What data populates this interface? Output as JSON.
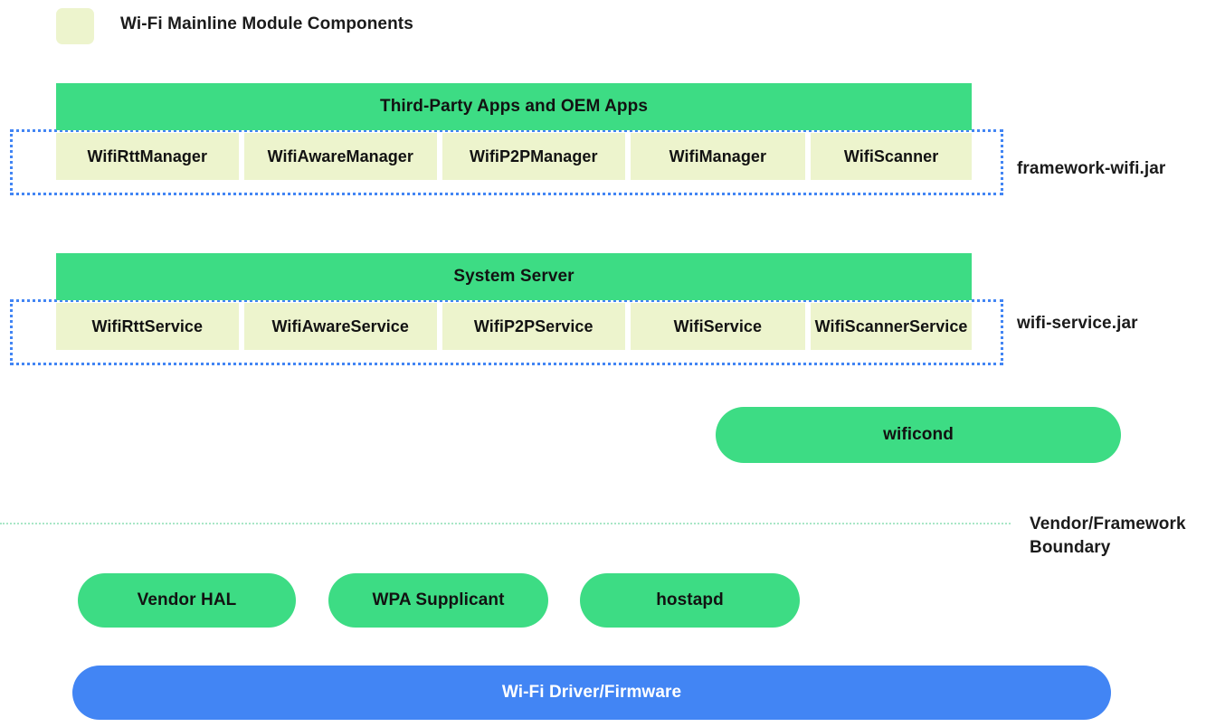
{
  "legend": {
    "swatch_color": "#edf4cd",
    "label": "Wi-Fi Mainline Module Components"
  },
  "colors": {
    "green_block": "#3ddc84",
    "pale_module": "#edf4cd",
    "blue_block": "#4285f4",
    "dotted_group": "#4285f4",
    "boundary_line": "#a8e6c6",
    "text_dark": "#121212",
    "text_light": "#ffffff"
  },
  "layers": [
    {
      "id": "framework",
      "header": "Third-Party Apps and OEM Apps",
      "side_label": "framework-wifi.jar",
      "cells": [
        "WifiRttManager",
        "WifiAwareManager",
        "WifiP2PManager",
        "WifiManager",
        "WifiScanner"
      ]
    },
    {
      "id": "service",
      "header": "System Server",
      "side_label": "wifi-service.jar",
      "cells": [
        "WifiRttService",
        "WifiAwareService",
        "WifiP2PService",
        "WifiService",
        "WifiScannerService"
      ]
    }
  ],
  "daemon": {
    "label": "wificond"
  },
  "boundary": {
    "label_line1": "Vendor/Framework",
    "label_line2": "Boundary",
    "label_full": "Vendor/Framework Boundary"
  },
  "vendor_blocks": [
    {
      "label": "Vendor HAL"
    },
    {
      "label": "WPA Supplicant"
    },
    {
      "label": "hostapd"
    }
  ],
  "driver": {
    "label": "Wi-Fi Driver/Firmware"
  }
}
